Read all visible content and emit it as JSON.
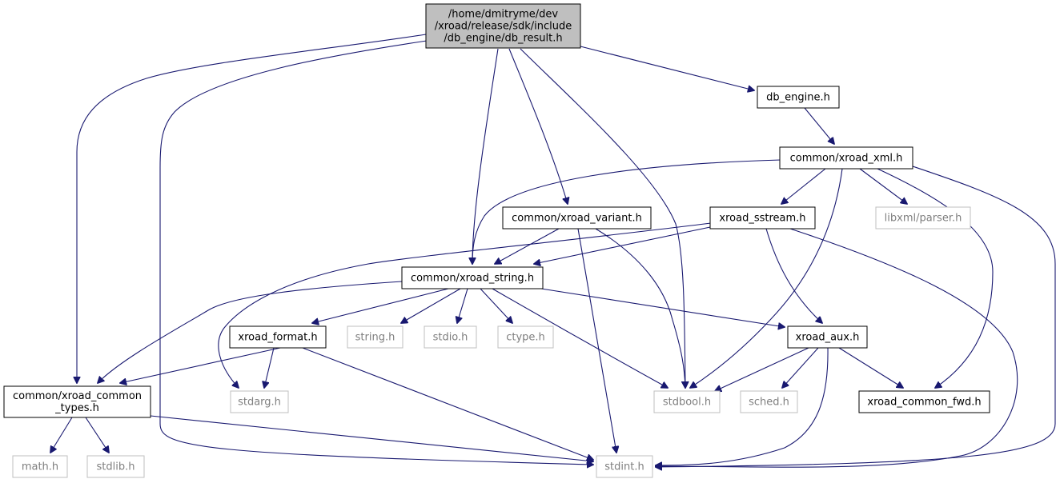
{
  "colors": {
    "edge": "#191970",
    "root_fill": "#bfbfbf",
    "node_border": "#000000",
    "ext_border": "#bfbfbf",
    "ext_text": "#7f7f7f",
    "text": "#000000"
  },
  "nodes": [
    {
      "id": "root",
      "lines": [
        "/home/dmitryme/dev",
        "/xroad/release/sdk/include",
        "/db_engine/db_result.h"
      ],
      "kind": "root"
    },
    {
      "id": "db_engine",
      "lines": [
        "db_engine.h"
      ],
      "kind": "local"
    },
    {
      "id": "xroad_xml",
      "lines": [
        "common/xroad_xml.h"
      ],
      "kind": "local"
    },
    {
      "id": "xroad_variant",
      "lines": [
        "common/xroad_variant.h"
      ],
      "kind": "local"
    },
    {
      "id": "xroad_sstream",
      "lines": [
        "xroad_sstream.h"
      ],
      "kind": "local"
    },
    {
      "id": "libxml_parser",
      "lines": [
        "libxml/parser.h"
      ],
      "kind": "external"
    },
    {
      "id": "xroad_string",
      "lines": [
        "common/xroad_string.h"
      ],
      "kind": "local"
    },
    {
      "id": "xroad_format",
      "lines": [
        "xroad_format.h"
      ],
      "kind": "local"
    },
    {
      "id": "string_h",
      "lines": [
        "string.h"
      ],
      "kind": "external"
    },
    {
      "id": "stdio_h",
      "lines": [
        "stdio.h"
      ],
      "kind": "external"
    },
    {
      "id": "ctype_h",
      "lines": [
        "ctype.h"
      ],
      "kind": "external"
    },
    {
      "id": "xroad_aux",
      "lines": [
        "xroad_aux.h"
      ],
      "kind": "local"
    },
    {
      "id": "common_types",
      "lines": [
        "common/xroad_common",
        "_types.h"
      ],
      "kind": "local"
    },
    {
      "id": "stdarg_h",
      "lines": [
        "stdarg.h"
      ],
      "kind": "external"
    },
    {
      "id": "stdbool_h",
      "lines": [
        "stdbool.h"
      ],
      "kind": "external"
    },
    {
      "id": "sched_h",
      "lines": [
        "sched.h"
      ],
      "kind": "external"
    },
    {
      "id": "common_fwd",
      "lines": [
        "xroad_common_fwd.h"
      ],
      "kind": "local"
    },
    {
      "id": "math_h",
      "lines": [
        "math.h"
      ],
      "kind": "external"
    },
    {
      "id": "stdlib_h",
      "lines": [
        "stdlib.h"
      ],
      "kind": "external"
    },
    {
      "id": "stdint_h",
      "lines": [
        "stdint.h"
      ],
      "kind": "external"
    }
  ],
  "edges": [
    [
      "root",
      "common_types"
    ],
    [
      "root",
      "stdint_h"
    ],
    [
      "root",
      "xroad_string"
    ],
    [
      "root",
      "xroad_variant"
    ],
    [
      "root",
      "stdbool_h"
    ],
    [
      "root",
      "db_engine"
    ],
    [
      "db_engine",
      "xroad_xml"
    ],
    [
      "xroad_xml",
      "xroad_string"
    ],
    [
      "xroad_xml",
      "stdbool_h"
    ],
    [
      "xroad_xml",
      "xroad_sstream"
    ],
    [
      "xroad_xml",
      "libxml_parser"
    ],
    [
      "xroad_xml",
      "common_fwd"
    ],
    [
      "xroad_xml",
      "stdint_h"
    ],
    [
      "xroad_variant",
      "xroad_string"
    ],
    [
      "xroad_variant",
      "stdint_h"
    ],
    [
      "xroad_variant",
      "stdbool_h"
    ],
    [
      "xroad_sstream",
      "xroad_string"
    ],
    [
      "xroad_sstream",
      "stdarg_h"
    ],
    [
      "xroad_sstream",
      "xroad_aux"
    ],
    [
      "xroad_sstream",
      "stdint_h"
    ],
    [
      "xroad_string",
      "common_types"
    ],
    [
      "xroad_string",
      "xroad_format"
    ],
    [
      "xroad_string",
      "string_h"
    ],
    [
      "xroad_string",
      "stdio_h"
    ],
    [
      "xroad_string",
      "ctype_h"
    ],
    [
      "xroad_string",
      "stdbool_h"
    ],
    [
      "xroad_string",
      "xroad_aux"
    ],
    [
      "xroad_format",
      "common_types"
    ],
    [
      "xroad_format",
      "stdarg_h"
    ],
    [
      "xroad_format",
      "stdint_h"
    ],
    [
      "xroad_aux",
      "stdbool_h"
    ],
    [
      "xroad_aux",
      "sched_h"
    ],
    [
      "xroad_aux",
      "common_fwd"
    ],
    [
      "xroad_aux",
      "stdint_h"
    ],
    [
      "common_types",
      "math_h"
    ],
    [
      "common_types",
      "stdlib_h"
    ],
    [
      "common_types",
      "stdint_h"
    ]
  ]
}
